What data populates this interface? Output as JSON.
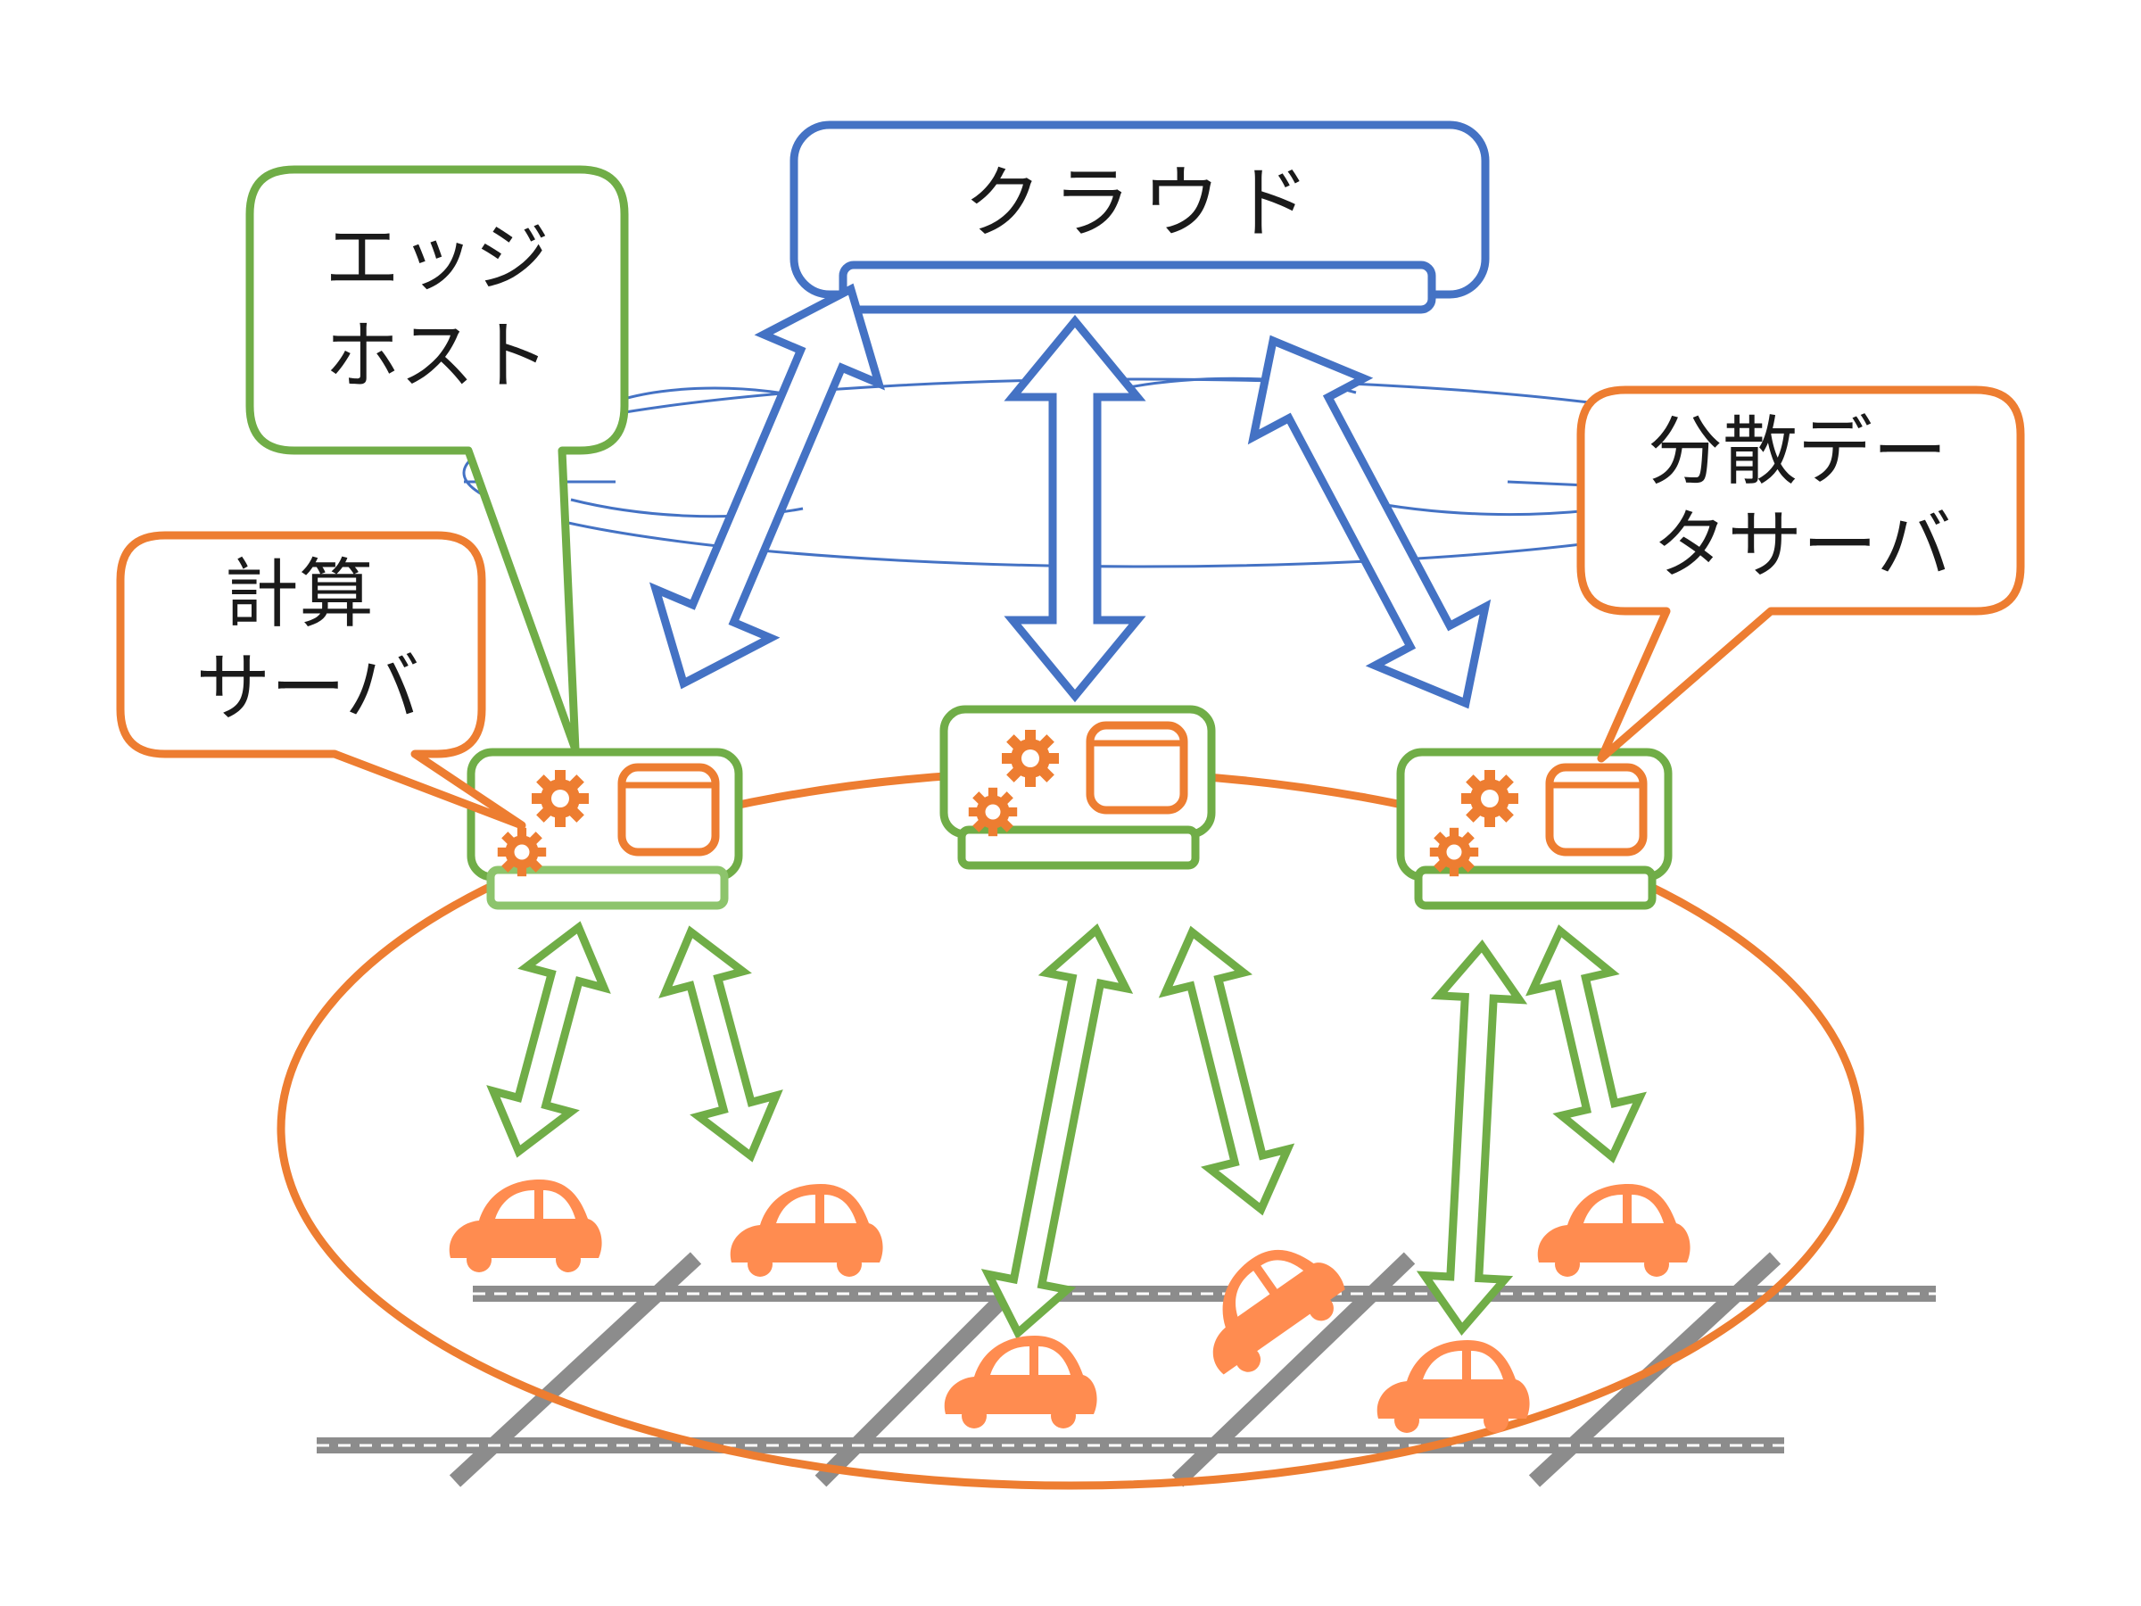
{
  "cloud": {
    "label": "クラウド"
  },
  "callouts": {
    "edge_host": {
      "line1": "エッジ",
      "line2": "ホスト"
    },
    "compute_server": {
      "line1": "計算",
      "line2": "サーバ"
    },
    "distributed_data_server": {
      "line1": "分散デー",
      "line2": "タサーバ"
    }
  },
  "colors": {
    "cloud_blue": "#4472C4",
    "edge_green": "#70AD47",
    "server_orange": "#ED7D31",
    "car_orange": "#FF8C50",
    "road_gray": "#8C8C8C"
  }
}
